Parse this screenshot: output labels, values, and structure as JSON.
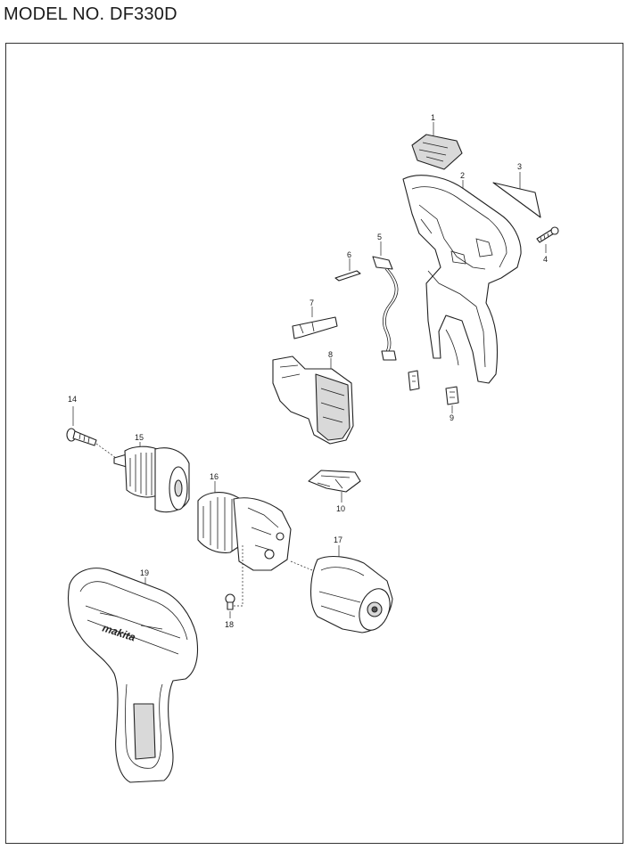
{
  "header": {
    "model_label": "MODEL NO. DF330D"
  },
  "parts": [
    {
      "number": "1"
    },
    {
      "number": "2"
    },
    {
      "number": "3"
    },
    {
      "number": "4"
    },
    {
      "number": "5"
    },
    {
      "number": "6"
    },
    {
      "number": "7"
    },
    {
      "number": "8"
    },
    {
      "number": "9"
    },
    {
      "number": "10"
    },
    {
      "number": "14"
    },
    {
      "number": "15"
    },
    {
      "number": "16"
    },
    {
      "number": "17"
    },
    {
      "number": "18"
    },
    {
      "number": "19"
    }
  ],
  "brand_text": "makita"
}
